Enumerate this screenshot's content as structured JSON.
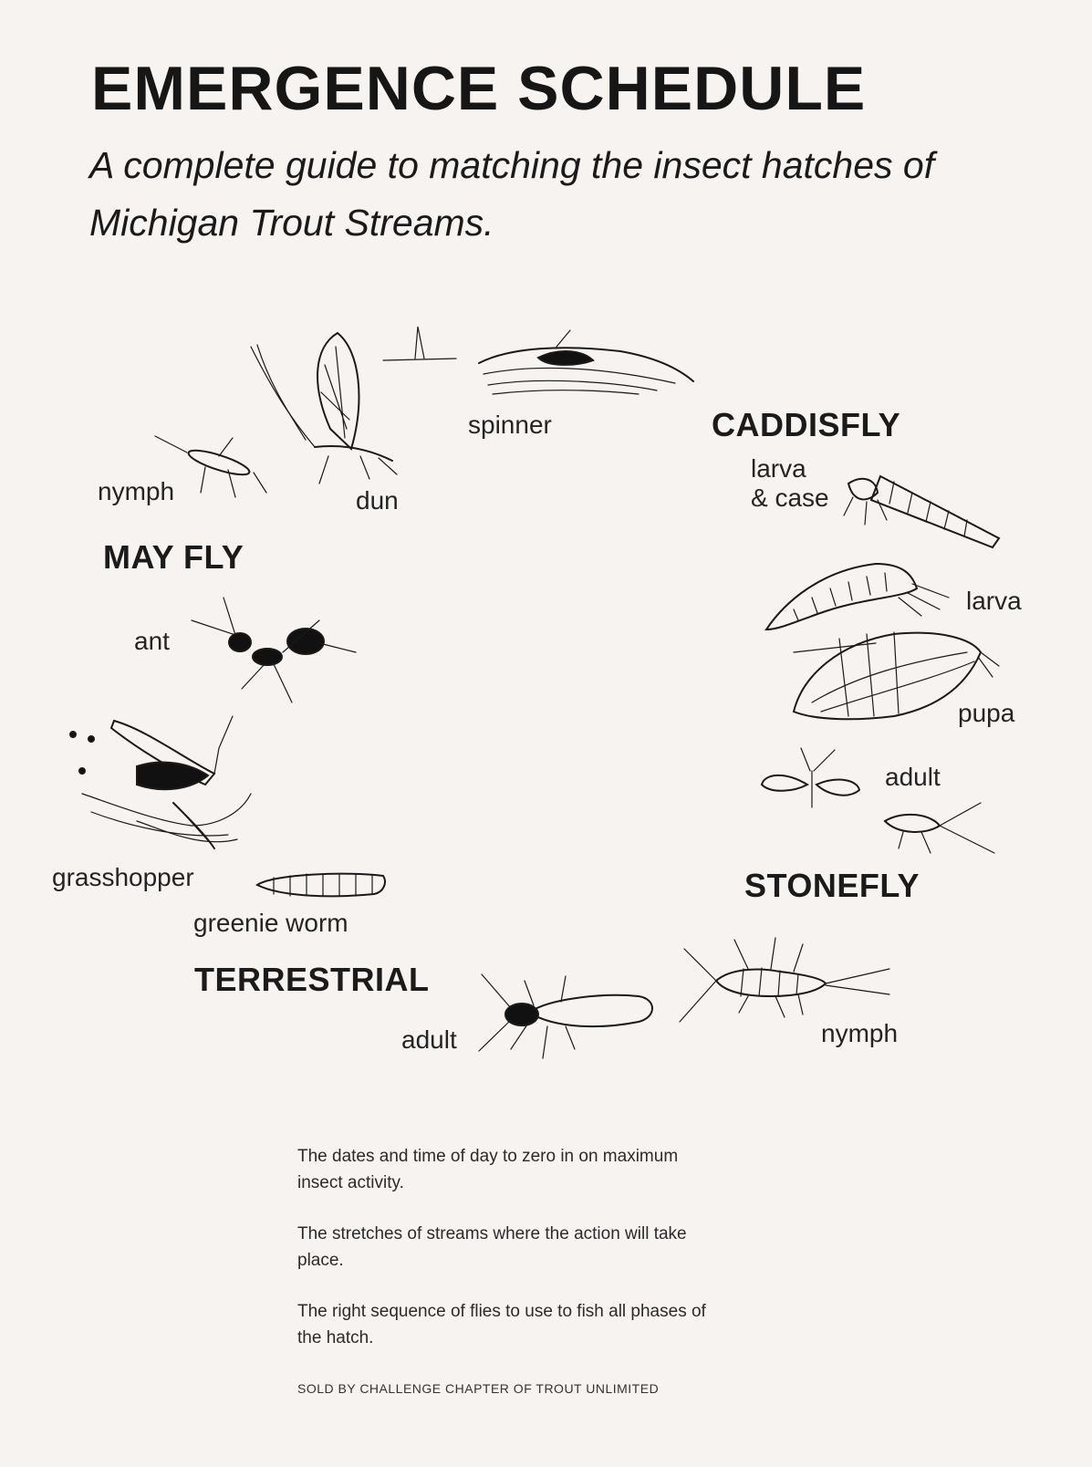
{
  "title": "EMERGENCE SCHEDULE",
  "subtitle": "A complete guide to matching the insect hatches of Michigan Trout Streams.",
  "groups": {
    "mayfly": "MAY FLY",
    "caddisfly": "CADDISFLY",
    "stonefly": "STONEFLY",
    "terrestrial": "TERRESTRIAL"
  },
  "labels": {
    "mayfly_nymph": "nymph",
    "mayfly_dun": "dun",
    "mayfly_spinner": "spinner",
    "caddis_larva_case_1": "larva",
    "caddis_larva_case_2": "& case",
    "caddis_larva": "larva",
    "caddis_pupa": "pupa",
    "caddis_adult": "adult",
    "stonefly_adult": "adult",
    "stonefly_nymph": "nymph",
    "ant": "ant",
    "grasshopper": "grasshopper",
    "greenie_worm": "greenie worm"
  },
  "notes": [
    "The dates and time of day to zero in on maximum insect activity.",
    "The stretches of streams where the action will take place.",
    "The right sequence of flies to use to fish all phases of the hatch."
  ],
  "footer": "SOLD BY CHALLENGE CHAPTER OF TROUT UNLIMITED",
  "colors": {
    "background": "#f7f3f1",
    "ink": "#1a1a1a"
  }
}
